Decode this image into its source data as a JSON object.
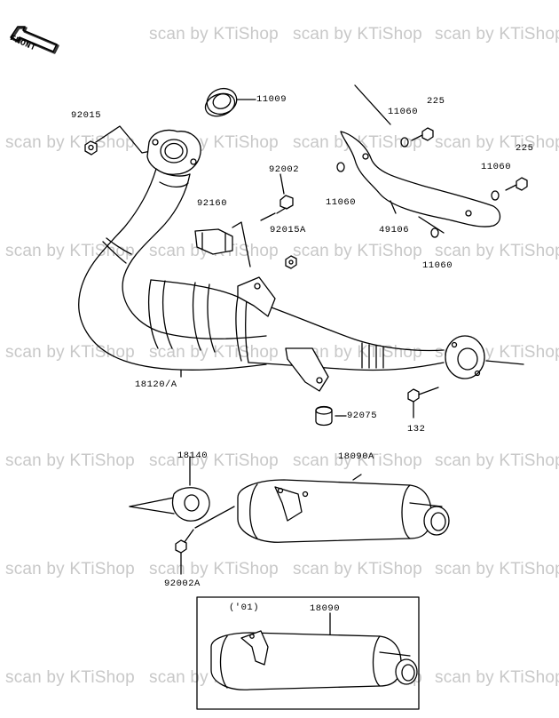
{
  "watermark": "scan by KTiShop",
  "front_label": "FRONT",
  "inset_label": "('01)",
  "parts": {
    "p11009": "11009",
    "p92015": "92015",
    "p11060_a": "11060",
    "p225_a": "225",
    "p225_b": "225",
    "p11060_b": "11060",
    "p11060_c": "11060",
    "p11060_d": "11060",
    "p92002": "92002",
    "p92160": "92160",
    "p92015A": "92015A",
    "p49106": "49106",
    "p18120A": "18120/A",
    "p92075": "92075",
    "p132": "132",
    "p18140": "18140",
    "p18090A": "18090A",
    "p92002A": "92002A",
    "p18090": "18090"
  }
}
